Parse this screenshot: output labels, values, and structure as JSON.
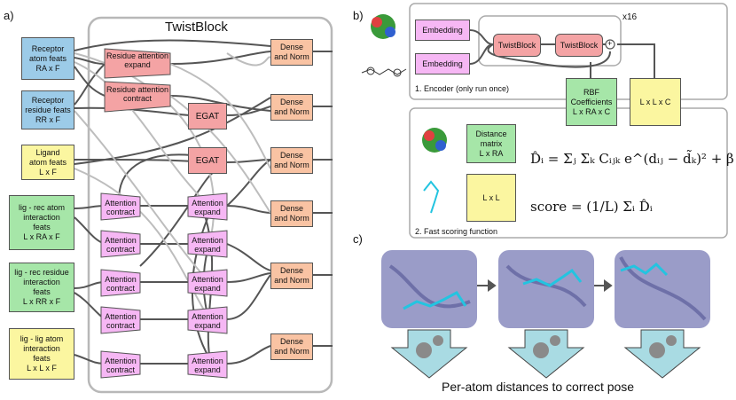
{
  "panel_a": {
    "label": "a)",
    "block_title": "TwistBlock",
    "inputs": [
      {
        "text": "Receptor\natom feats\nRA x F"
      },
      {
        "text": "Receptor\nresidue feats\nRR x F"
      },
      {
        "text": "Ligand\natom feats\nL x F"
      },
      {
        "text": "lig - rec atom\ninteraction\nfeats\nL x RA x F"
      },
      {
        "text": "lig - rec residue\ninteraction\nfeats\nL x RR x F"
      },
      {
        "text": "lig - lig atom\ninteraction\nfeats\nL x L x F"
      }
    ],
    "residue_expand": "Residue attention\nexpand",
    "residue_contract": "Residue attention\ncontract",
    "egat": "EGAT",
    "attention_contract": "Attention\ncontract",
    "attention_expand": "Attention\nexpand",
    "dense_norm": "Dense\nand Norm"
  },
  "panel_b": {
    "label": "b)",
    "embedding": "Embedding",
    "twistblock": "TwistBlock",
    "repeat": "x16",
    "plus": "+",
    "encoder_caption": "1. Encoder (only run once)",
    "rbf": "RBF\nCoefficients\nL x RA x C",
    "llc": "L x L x C",
    "distance_matrix": "Distance\nmatrix\nL x RA",
    "lxl": "L x L",
    "scoring_caption": "2. Fast scoring function",
    "eq1": "D̂ᵢ = Σⱼ Σₖ Cᵢⱼₖ e^(dᵢⱼ − d̃ₖ)² + β",
    "eq2": "score = (1/L) Σᵢ D̂ᵢ"
  },
  "panel_c": {
    "label": "c)",
    "caption": "Per-atom distances to correct pose"
  },
  "colors": {
    "blue": "#9ccbe8",
    "yellow": "#fbf6a0",
    "green": "#a6e6a8",
    "pink": "#f4a3a4",
    "magenta": "#f6b7f4",
    "salmon": "#f9c3a3",
    "surface": "#9a9cc8",
    "arrow": "#a9dbe3"
  }
}
